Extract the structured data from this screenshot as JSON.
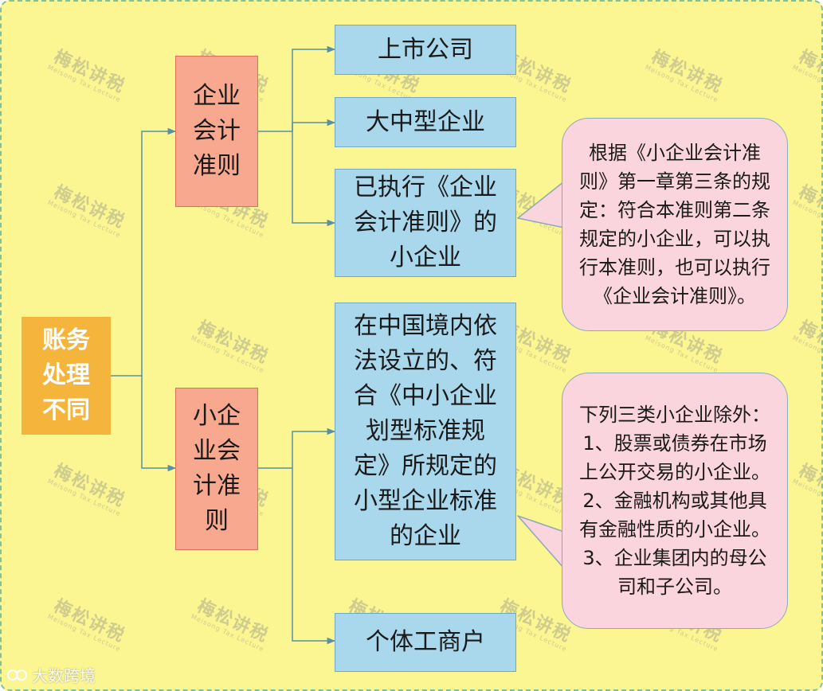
{
  "root": {
    "lines": [
      "账务",
      "处理",
      "不同"
    ]
  },
  "categories": {
    "enterprise": {
      "lines": [
        "企业",
        "会计",
        "准则"
      ]
    },
    "small": {
      "lines": [
        "小企",
        "业会",
        "计准",
        "则"
      ]
    }
  },
  "leaves": {
    "listed": {
      "lines": [
        "上市公司"
      ]
    },
    "large_medium": {
      "lines": [
        "大中型企业"
      ]
    },
    "executed_small": {
      "lines": [
        "已执行《企业",
        "会计准则》的",
        "小企业"
      ]
    },
    "defined_small": {
      "lines": [
        "在中国境内依",
        "法设立的、符",
        "合《中小企业",
        "划型标准规",
        "定》所规定的",
        "小型企业标准",
        "的企业"
      ]
    },
    "individual": {
      "lines": [
        "个体工商户"
      ]
    }
  },
  "notes": {
    "article3": {
      "lines": [
        "根据《小企业会计准",
        "则》第一章第三条的规",
        "定：符合本准则第二条",
        "规定的小企业，可以执",
        "行本准则，也可以执行",
        "《企业会计准则》。"
      ]
    },
    "exceptions": {
      "lines": [
        "下列三类小企业除外：",
        "1、股票或债券在市场",
        "上公开交易的小企业。",
        "2、金融机构或其他具",
        "有金融性质的小企业。",
        "3、企业集团内的母公",
        "司和子公司。"
      ]
    }
  },
  "watermark": {
    "text": "梅松讲税",
    "subtext": "Meisong Tax Lecture"
  },
  "brand": {
    "text": "大数跨境"
  },
  "colors": {
    "background": "#fbf592",
    "root": "#f5b53d",
    "category": "#f8a88f",
    "leaf": "#a9d7ec",
    "note": "#fbd5dd",
    "connector": "#5b8fa8"
  }
}
